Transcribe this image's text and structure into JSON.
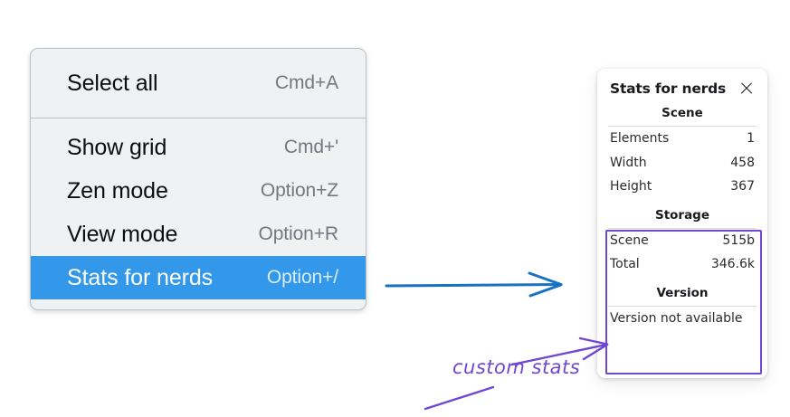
{
  "context_menu": {
    "groups": [
      {
        "name": "primary",
        "items": [
          {
            "label": "Select all",
            "shortcut": "Cmd+A",
            "selected": false
          }
        ]
      },
      {
        "name": "view",
        "items": [
          {
            "label": "Show grid",
            "shortcut": "Cmd+'",
            "selected": false
          },
          {
            "label": "Zen mode",
            "shortcut": "Option+Z",
            "selected": false
          },
          {
            "label": "View mode",
            "shortcut": "Option+R",
            "selected": false
          },
          {
            "label": "Stats for nerds",
            "shortcut": "Option+/",
            "selected": true
          }
        ]
      }
    ],
    "selected_item_label": "Stats for nerds",
    "colors": {
      "background": "#eff1f3",
      "border": "#b8c1cc",
      "selected_background": "#3498ea",
      "selected_text": "#ffffff",
      "shortcut_text": "#73797f"
    }
  },
  "stats_panel": {
    "title": "Stats for nerds",
    "close_icon": "close-icon",
    "sections": [
      {
        "header": "Scene",
        "rows": [
          {
            "key": "Elements",
            "value": "1"
          },
          {
            "key": "Width",
            "value": "458"
          },
          {
            "key": "Height",
            "value": "367"
          }
        ]
      },
      {
        "header": "Storage",
        "rows": [
          {
            "key": "Scene",
            "value": "515b"
          },
          {
            "key": "Total",
            "value": "346.6k"
          }
        ]
      },
      {
        "header": "Version",
        "single_line": "Version not available"
      }
    ]
  },
  "annotations": {
    "label": "custom stats",
    "blue_arrow_color": "#1971c2",
    "purple_color": "#6f47d4",
    "highlight_box_color": "#6f47d4"
  }
}
